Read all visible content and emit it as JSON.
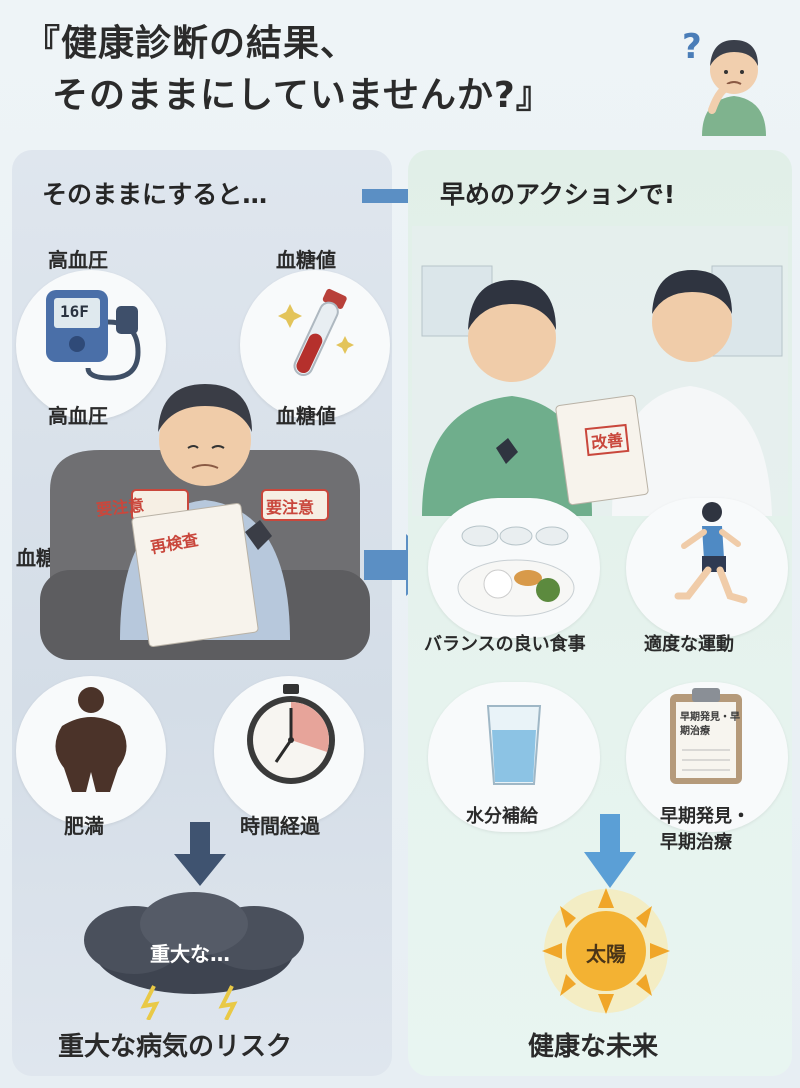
{
  "title": {
    "line1": "『健康診断の結果、",
    "line2": "そのままにしていませんか?』"
  },
  "left": {
    "heading": "そのままにすると…",
    "top_left_label_upper": "高血圧",
    "top_left_label_lower": "高血圧",
    "top_right_label_upper": "血糖値",
    "top_right_label_lower": "血糖値",
    "side_label": "血糖値",
    "monitor_reading": "16F",
    "paper_stamp_1": "要注意",
    "paper_stamp_2": "再検査",
    "shirt_tag": "要注意",
    "obesity_label": "肥満",
    "time_label": "時間経過",
    "cloud_text": "重大な…",
    "bottom_label": "重大な病気のリスク"
  },
  "right": {
    "heading": "早めのアクションで!",
    "doc_stamp": "改善",
    "diet_label": "バランスの良い食事",
    "exercise_label": "適度な運動",
    "water_label": "水分補給",
    "early_label_line1": "早期発見・",
    "early_label_line2": "早期治療",
    "clipboard_text_line1": "早期発見・早",
    "clipboard_text_line2": "期治療",
    "sun_text": "太陽",
    "bottom_label": "健康な未来"
  },
  "colors": {
    "left_panel": "#d9e1ea",
    "right_panel": "#e3f1ea",
    "arrow_blue": "#5b8fc4",
    "arrow_dark": "#3f5370",
    "sun": "#f3b233",
    "stamp_red": "#c9473c"
  },
  "icons": {
    "question": "question-mark-icon",
    "monitor": "blood-pressure-monitor-icon",
    "tube": "blood-tube-icon",
    "body": "obesity-silhouette-icon",
    "clock": "stopwatch-icon",
    "cloud": "storm-cloud-icon",
    "food": "meal-plate-icon",
    "runner": "runner-icon",
    "water": "water-glass-icon",
    "clipboard": "clipboard-icon",
    "sun": "sun-icon"
  }
}
